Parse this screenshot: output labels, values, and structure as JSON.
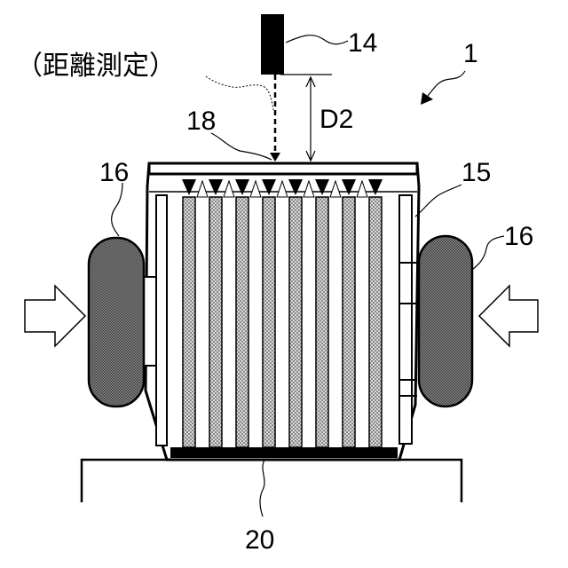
{
  "labels": {
    "device": "1",
    "sensor": "14",
    "cover": "15",
    "clamp_left": "16",
    "clamp_right": "16",
    "top_plate": "18",
    "bottom_plate": "20",
    "distance": "D2",
    "measurement_note": "（距離測定）"
  },
  "cell_count": 8,
  "colors": {
    "ink": "#000000",
    "cell_fill": "#bdbdbd",
    "clamp_fill": "#5e5e5e",
    "background": "#ffffff"
  }
}
